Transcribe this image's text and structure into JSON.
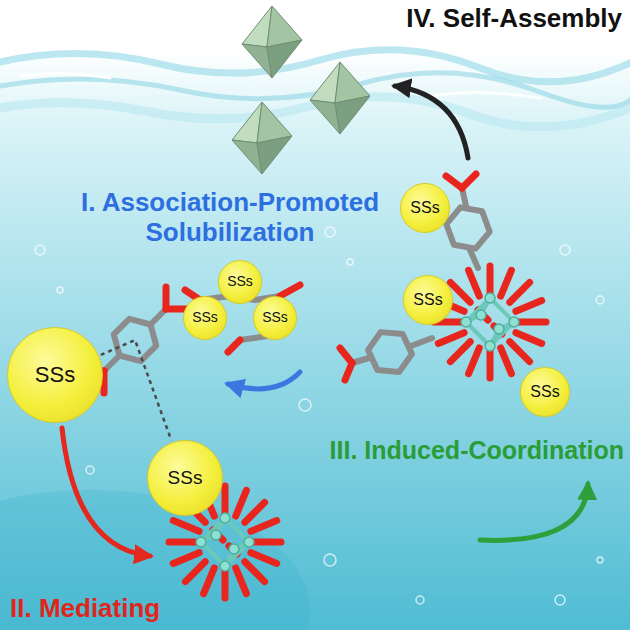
{
  "diagram": {
    "nodes": [
      {
        "text": [
          "SSs"
        ]
      },
      {
        "text": [
          "SSs"
        ]
      },
      {
        "text": [
          "SSs"
        ]
      },
      {
        "text": [
          "SSs"
        ]
      },
      {
        "text": [
          "SSs"
        ]
      },
      {
        "text": [
          "SSs"
        ]
      },
      {
        "text": [
          "SSs"
        ]
      },
      {
        "text": [
          "SSs"
        ]
      }
    ],
    "edges": [
      {
        "from": 5,
        "to": 7,
        "arrow": "none"
      }
    ],
    "labels": [
      "IV. Self-Assembly",
      "I. Association-Promoted Solubilization",
      "II. Mediating",
      "III. Induced-Coordination"
    ]
  }
}
